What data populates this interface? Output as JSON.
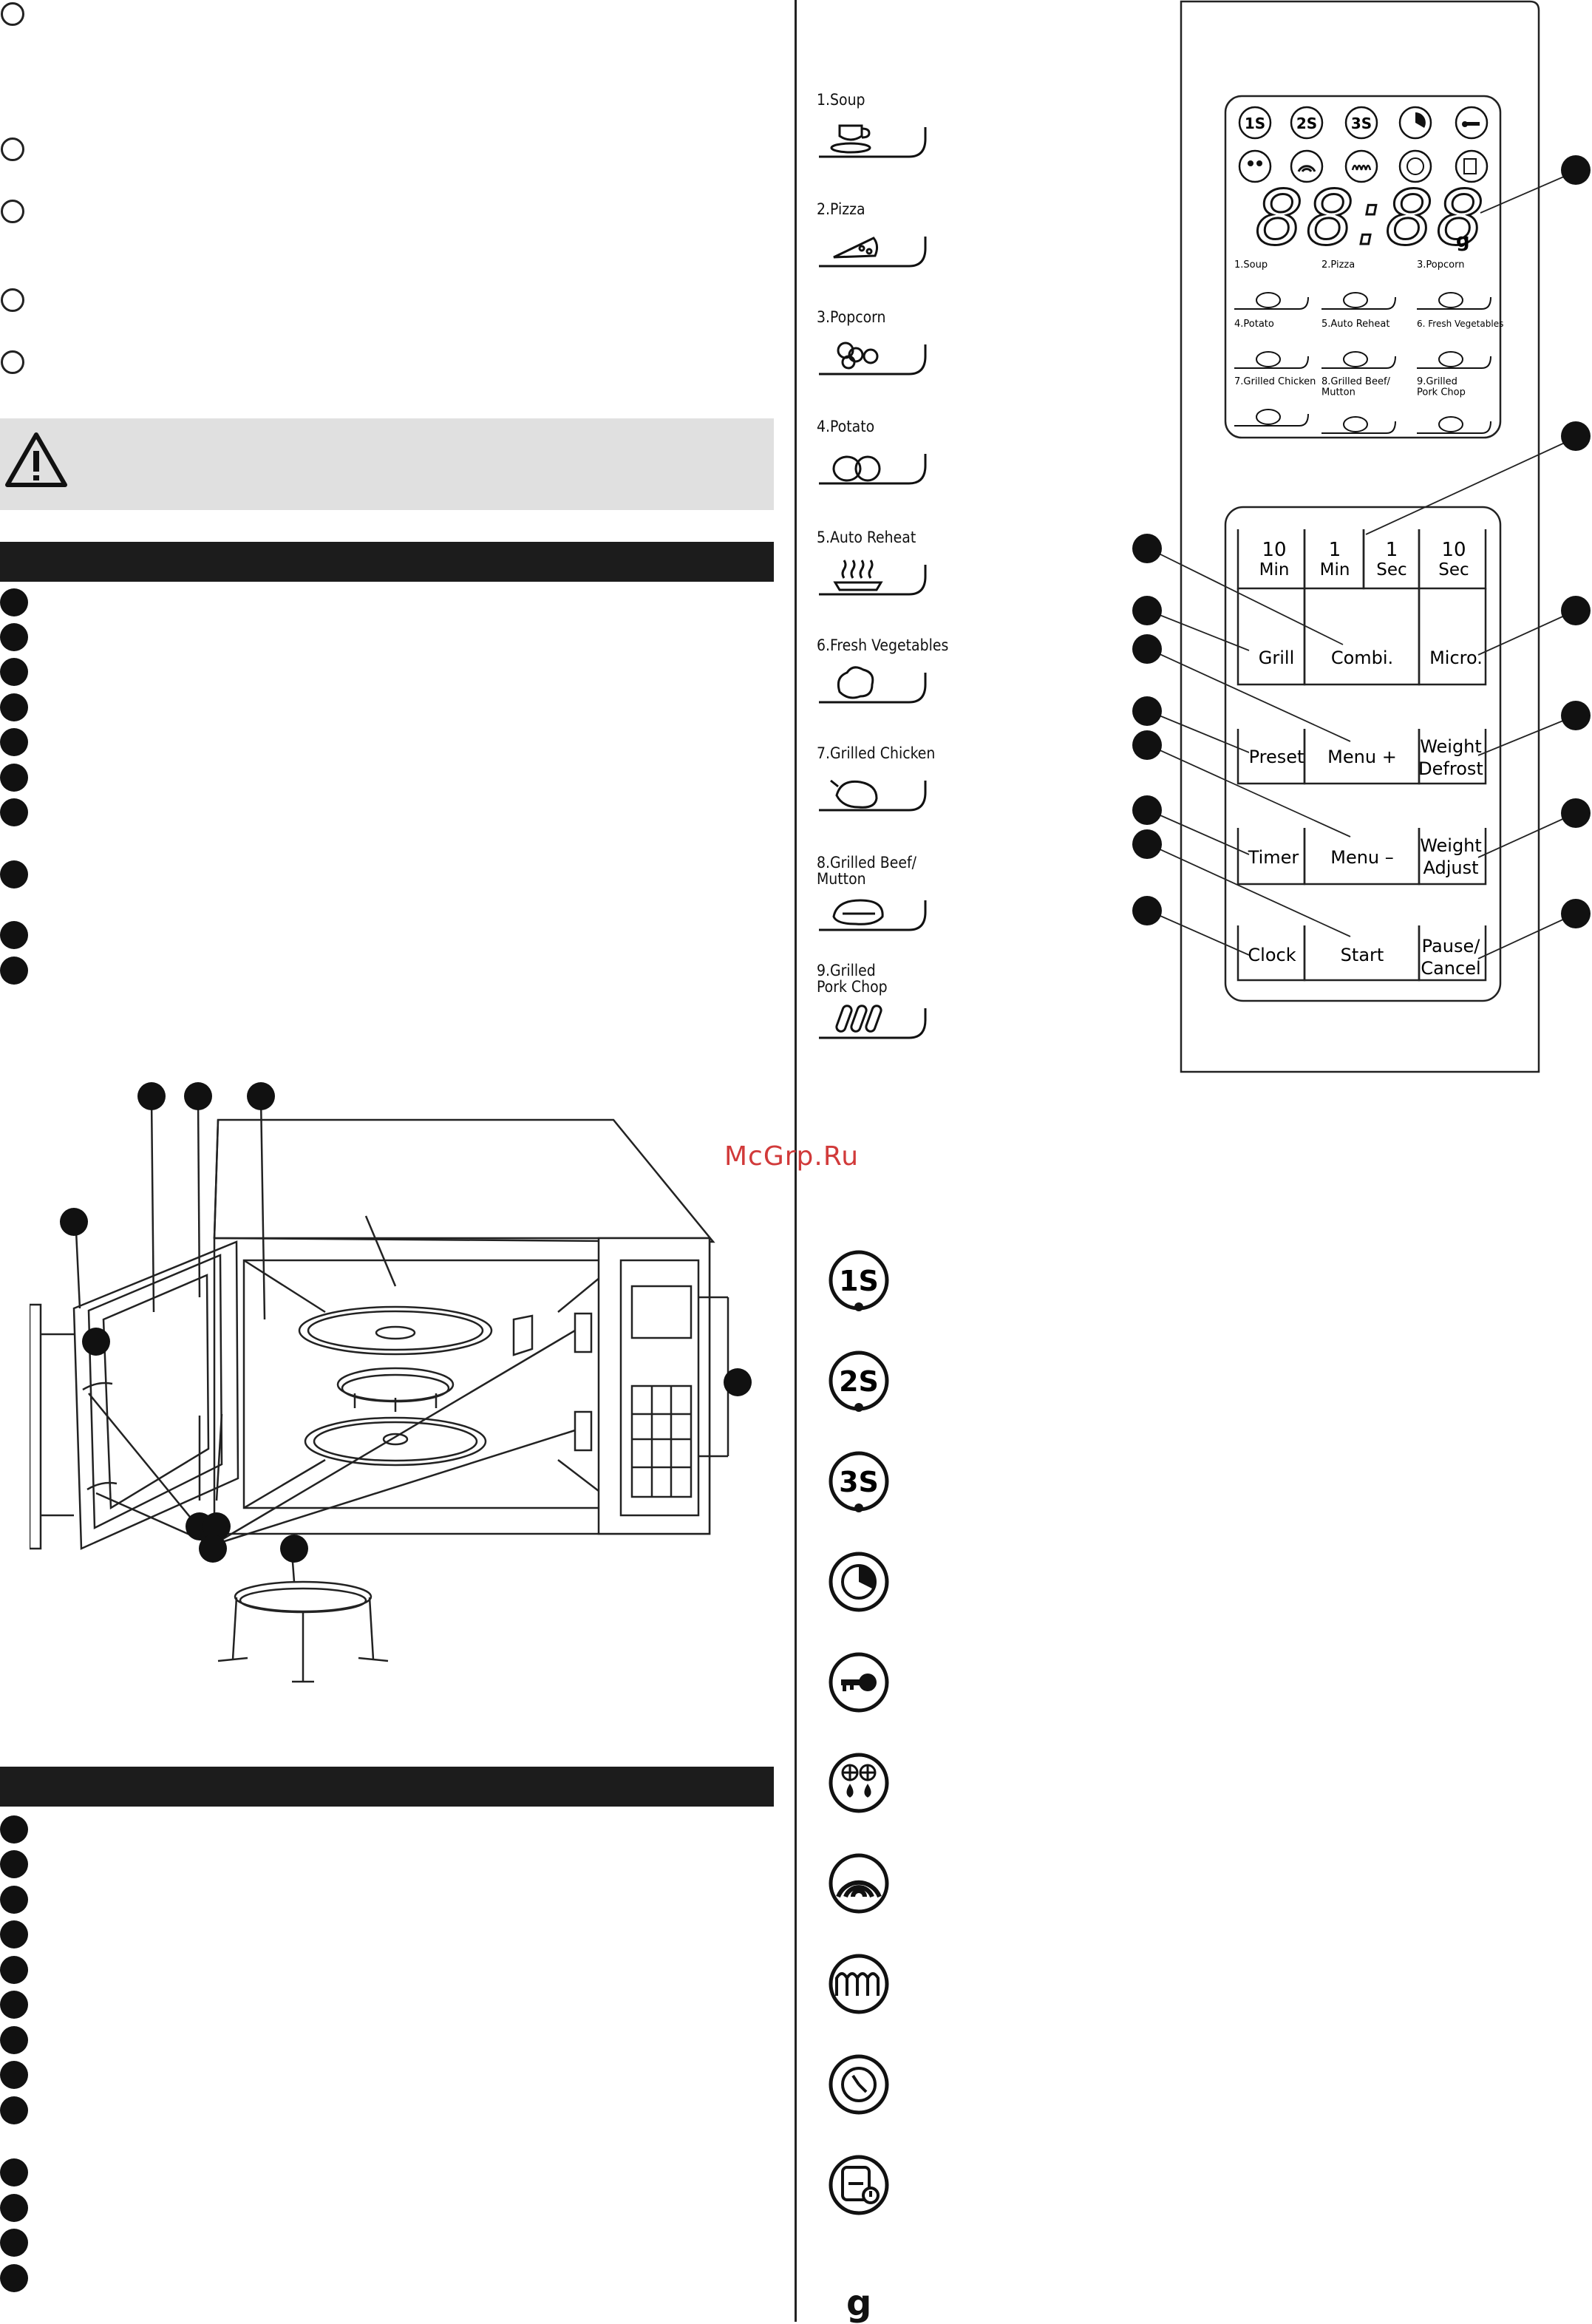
{
  "watermark": "McGrp.Ru",
  "menu_programs": [
    {
      "label": "1.Soup",
      "icon": "soup-bowl-icon"
    },
    {
      "label": "2.Pizza",
      "icon": "pizza-slice-icon"
    },
    {
      "label": "3.Popcorn",
      "icon": "popcorn-icon"
    },
    {
      "label": "4.Potato",
      "icon": "potato-icon"
    },
    {
      "label": "5.Auto Reheat",
      "icon": "reheat-dish-icon"
    },
    {
      "label": "6.Fresh Vegetables",
      "icon": "vegetables-icon"
    },
    {
      "label": "7.Grilled Chicken",
      "icon": "chicken-icon"
    },
    {
      "label": "8.Grilled Beef/\nMutton",
      "icon": "steak-icon"
    },
    {
      "label": "9.Grilled\nPork Chop",
      "icon": "pork-chop-icon"
    }
  ],
  "panel": {
    "display_digits": "88:88",
    "display_unit": "g",
    "display_icons": [
      "1S",
      "2S",
      "3S"
    ],
    "mini_menu": [
      "1.Soup",
      "2.Pizza",
      "3.Popcorn",
      "4.Potato",
      "5.Auto Reheat",
      "6. Fresh Vegetables",
      "7.Grilled Chicken",
      "8.Grilled Beef/\nMutton",
      "9.Grilled\nPork Chop"
    ],
    "time_buttons": [
      {
        "top": "10",
        "bottom": "Min"
      },
      {
        "top": "1",
        "bottom": "Min"
      },
      {
        "top": "1",
        "bottom": "Sec"
      },
      {
        "top": "10",
        "bottom": "Sec"
      }
    ],
    "buttons": {
      "grill": "Grill",
      "combi": "Combi.",
      "micro": "Micro.",
      "preset": "Preset",
      "menu_plus": "Menu +",
      "weight_defrost": "Weight\nDefrost",
      "timer": "Timer",
      "menu_minus": "Menu –",
      "weight_adjust": "Weight\nAdjust",
      "clock": "Clock",
      "start": "Start",
      "pause_cancel": "Pause/\nCancel"
    }
  },
  "indicators": [
    "1S",
    "2S",
    "3S"
  ],
  "indicator_icons": [
    "timer-pie-icon",
    "lock-key-icon",
    "defrost-snowflake-icon",
    "microwave-wave-icon",
    "grill-element-icon",
    "clock-icon",
    "delay-start-icon"
  ],
  "unit_symbol": "g",
  "colors": {
    "warning_bg": "#e0e0e0",
    "section_bar": "#1c1c1c",
    "watermark": "#d13a3a"
  }
}
